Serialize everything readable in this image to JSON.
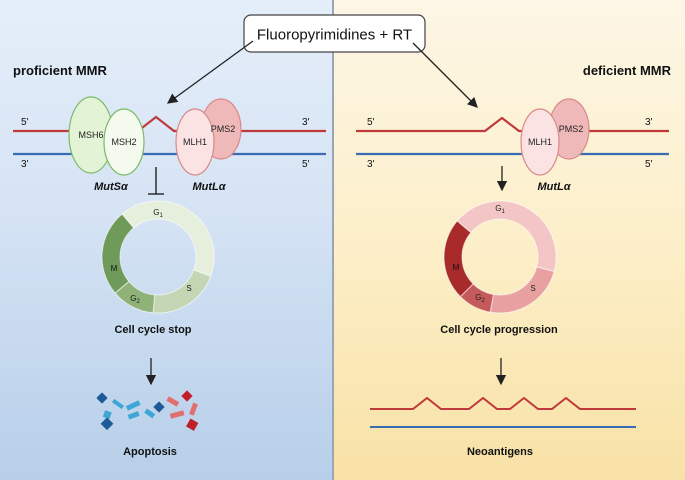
{
  "trigger": {
    "label": "Fluoropyrimidines + RT"
  },
  "left": {
    "heading": "proficient MMR",
    "strand_top": {
      "left": "5'",
      "right": "3'"
    },
    "strand_bottom": {
      "left": "3'",
      "right": "5'"
    },
    "proteins": [
      "MSH6",
      "MSH2",
      "MLH1",
      "PMS2"
    ],
    "complex_labels": [
      "MutSα",
      "MutLα"
    ],
    "cycle": {
      "g1": "G",
      "g1_sub": "1",
      "s": "S",
      "g2": "G",
      "g2_sub": "2",
      "m": "M"
    },
    "cycle_caption": "Cell cycle stop",
    "outcome": "Apoptosis"
  },
  "right": {
    "heading": "deficient MMR",
    "strand_top": {
      "left": "5'",
      "right": "3'"
    },
    "strand_bottom": {
      "left": "3'",
      "right": "5'"
    },
    "proteins": [
      "MLH1",
      "PMS2"
    ],
    "complex_label": "MutLα",
    "cycle": {
      "g1": "G",
      "g1_sub": "1",
      "s": "S",
      "g2": "G",
      "g2_sub": "2",
      "m": "M"
    },
    "cycle_caption": "Cell cycle progression",
    "outcome": "Neoantigens"
  },
  "colors": {
    "strand_red": "#c0393b",
    "strand_blue": "#3a6cb4",
    "msh6_fill": "#e3f3d6",
    "msh2_fill": "#f4fbee",
    "mlh1_fill": "#fbe3e3",
    "pms2_fill": "#f0b9b9",
    "green_light": "#e6eedc",
    "green_mid": "#c4d6b3",
    "green_g2": "#8fb279",
    "green_dark": "#6e9a5a",
    "red_light": "#f3c5c5",
    "red_mid": "#e8a0a0",
    "red_g2": "#c45a5a",
    "red_dark": "#a82a2a",
    "fragment_blue_light": "#3fa7d6",
    "fragment_blue_dark": "#1e5a95",
    "fragment_red_light": "#e07070",
    "fragment_red_dark": "#c01f2a"
  }
}
